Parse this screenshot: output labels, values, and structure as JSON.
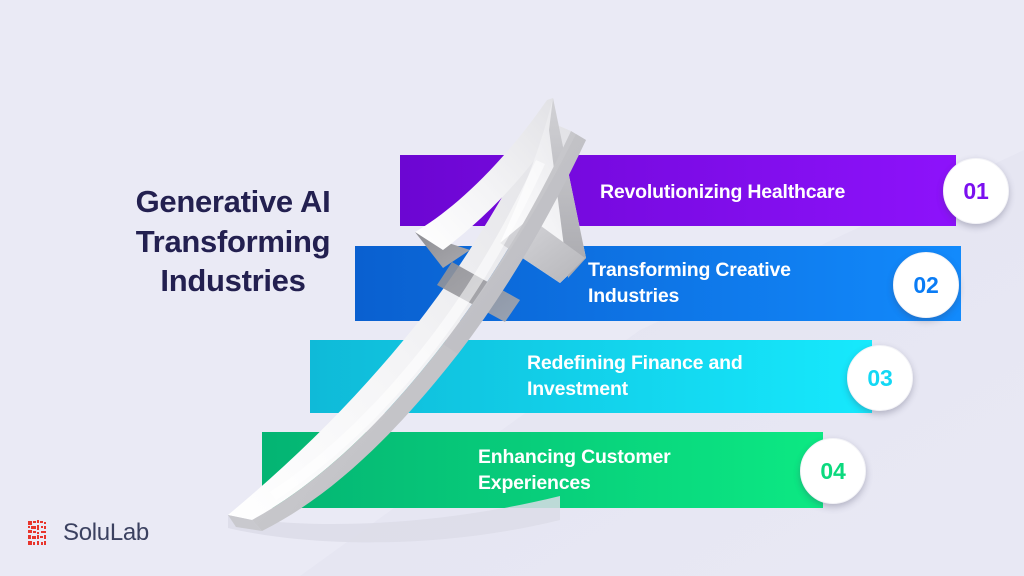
{
  "meta": {
    "background_color": "#eaeaf5"
  },
  "headline": {
    "text": "Generative AI\nTransforming\nIndustries",
    "color": "#232050"
  },
  "steps": [
    {
      "number": "01",
      "label": "Revolutionizing Healthcare",
      "color_start": "#7b0ce0",
      "color_end": "#8a0ff5",
      "number_color": "#7b10ef"
    },
    {
      "number": "02",
      "label": "Transforming Creative\nIndustries",
      "color_start": "#0a68d8",
      "color_end": "#1188fb",
      "number_color": "#0a7cf5"
    },
    {
      "number": "03",
      "label": "Redefining Finance and\nInvestment",
      "color_start": "#12c2e0",
      "color_end": "#13e6fb",
      "number_color": "#13d8f5"
    },
    {
      "number": "04",
      "label": "Enhancing Customer\nExperiences",
      "color_start": "#05bd7a",
      "color_end": "#0ce681",
      "number_color": "#0bd97e"
    }
  ],
  "logo": {
    "name": "SoluLab",
    "mark_color": "#e8352c",
    "text_color": "#3b4160"
  },
  "arrow": {
    "icon": "upward-growth-arrow",
    "fill_light": "#fbfbfd",
    "fill_mid": "#e4e4e8",
    "fill_dark": "#9a9a9e"
  }
}
